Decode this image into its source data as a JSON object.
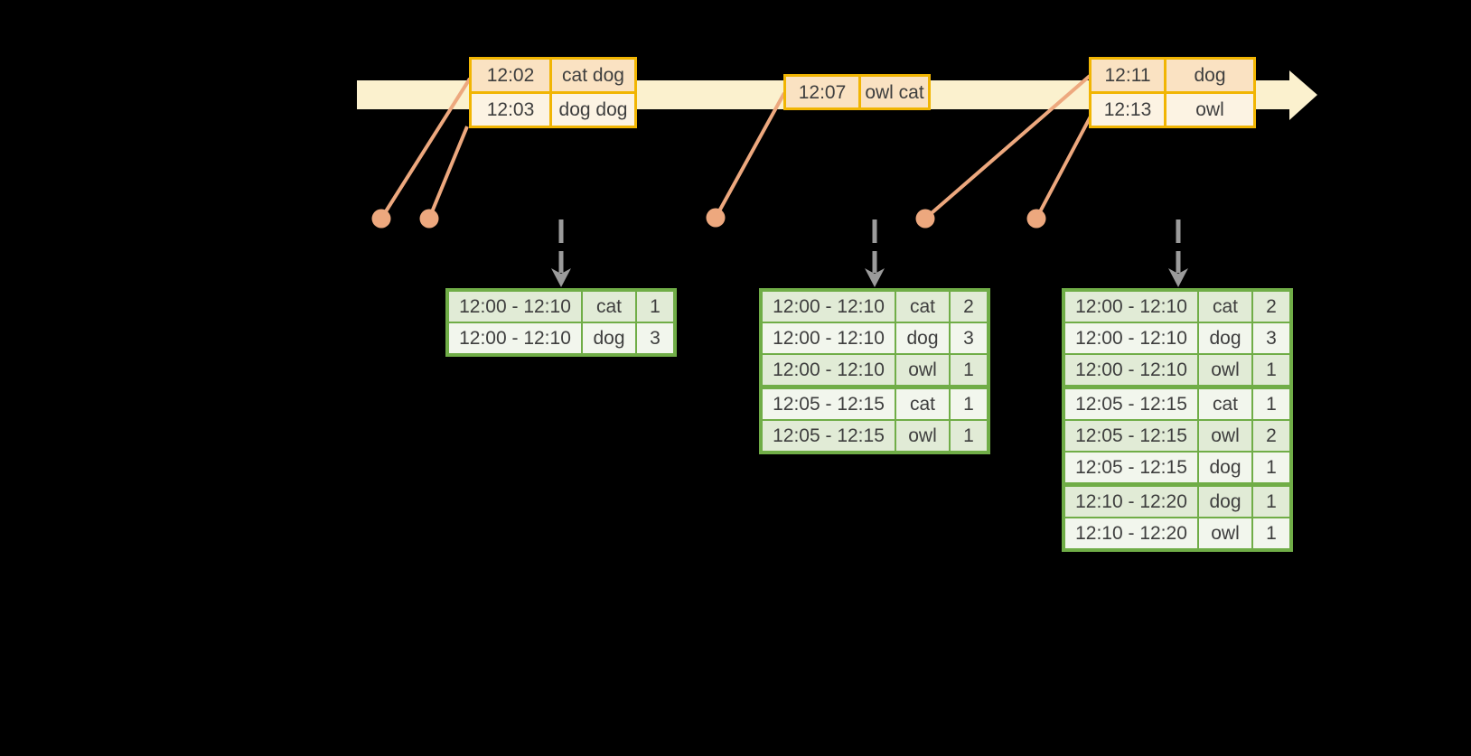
{
  "colors": {
    "background": "#000000",
    "band": "#FBF1CE",
    "event_border": "#F1B503",
    "event_row_odd": "#FAE2C2",
    "event_row_even": "#FCF3E3",
    "connector": "#EDA87E",
    "arrow_gray": "#9B9B9B",
    "result_border": "#70AD47",
    "result_row_odd": "#E1EBD6",
    "result_row_even": "#F2F6ED",
    "text": "#3E3E3E"
  },
  "event_tables": [
    {
      "rows": [
        {
          "time": "12:02",
          "words": "cat dog"
        },
        {
          "time": "12:03",
          "words": "dog dog"
        }
      ]
    },
    {
      "rows": [
        {
          "time": "12:07",
          "words": "owl cat"
        }
      ]
    },
    {
      "rows": [
        {
          "time": "12:11",
          "words": "dog"
        },
        {
          "time": "12:13",
          "words": "owl"
        }
      ]
    }
  ],
  "result_tables": [
    {
      "rows": [
        [
          "12:00 - 12:10",
          "cat",
          "1"
        ],
        [
          "12:00 - 12:10",
          "dog",
          "3"
        ]
      ]
    },
    {
      "rows": [
        [
          "12:00 - 12:10",
          "cat",
          "2"
        ],
        [
          "12:00 - 12:10",
          "dog",
          "3"
        ],
        [
          "12:00 - 12:10",
          "owl",
          "1"
        ],
        [
          "12:05 - 12:15",
          "cat",
          "1"
        ],
        [
          "12:05 - 12:15",
          "owl",
          "1"
        ]
      ]
    },
    {
      "rows": [
        [
          "12:00 - 12:10",
          "cat",
          "2"
        ],
        [
          "12:00 - 12:10",
          "dog",
          "3"
        ],
        [
          "12:00 - 12:10",
          "owl",
          "1"
        ],
        [
          "12:05 - 12:15",
          "cat",
          "1"
        ],
        [
          "12:05 - 12:15",
          "owl",
          "2"
        ],
        [
          "12:05 - 12:15",
          "dog",
          "1"
        ],
        [
          "12:10 - 12:20",
          "dog",
          "1"
        ],
        [
          "12:10 - 12:20",
          "owl",
          "1"
        ]
      ]
    }
  ]
}
